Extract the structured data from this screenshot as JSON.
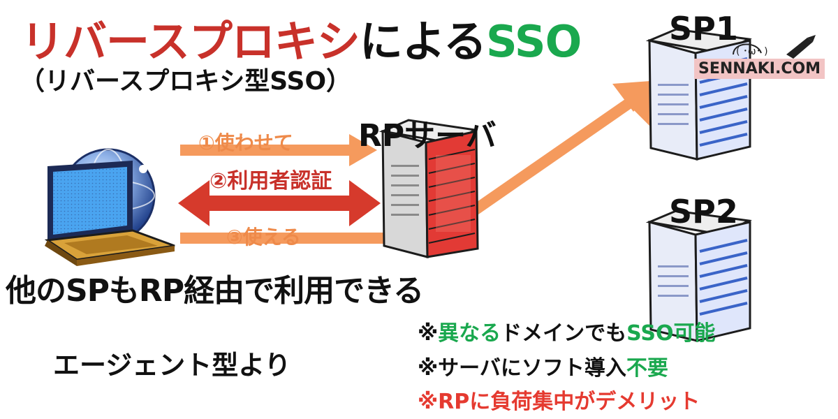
{
  "title": {
    "part1": "リバースプロキシ",
    "part2": "による",
    "part3": "SSO"
  },
  "subtitle": "（リバースプロキシ型SSO）",
  "rp_label": "RPサーバ",
  "sp1_label": "SP1",
  "sp2_label": "SP2",
  "steps": [
    {
      "label": "①使わせて"
    },
    {
      "label": "②利用者認証"
    },
    {
      "label": "③使える"
    }
  ],
  "bottom_line": "他のSPもRP経由で利用できる",
  "agent_line": "エージェント型より",
  "notes": {
    "note1": {
      "prefix": "※",
      "green": "異なる",
      "mid": "ドメインでも",
      "green2": "SSO",
      "suffix": "可能"
    },
    "note2": {
      "prefix": "※サーバにソフト導入",
      "green": "不要"
    },
    "note3": "※RPに負荷集中がデメリット"
  },
  "brand": "SENNAKI.COM",
  "colors": {
    "red": "#c8312a",
    "green": "#1aa84e",
    "orange": "#f59a5d",
    "server_red": "#e23a35",
    "server_blue": "#3a64c8"
  }
}
